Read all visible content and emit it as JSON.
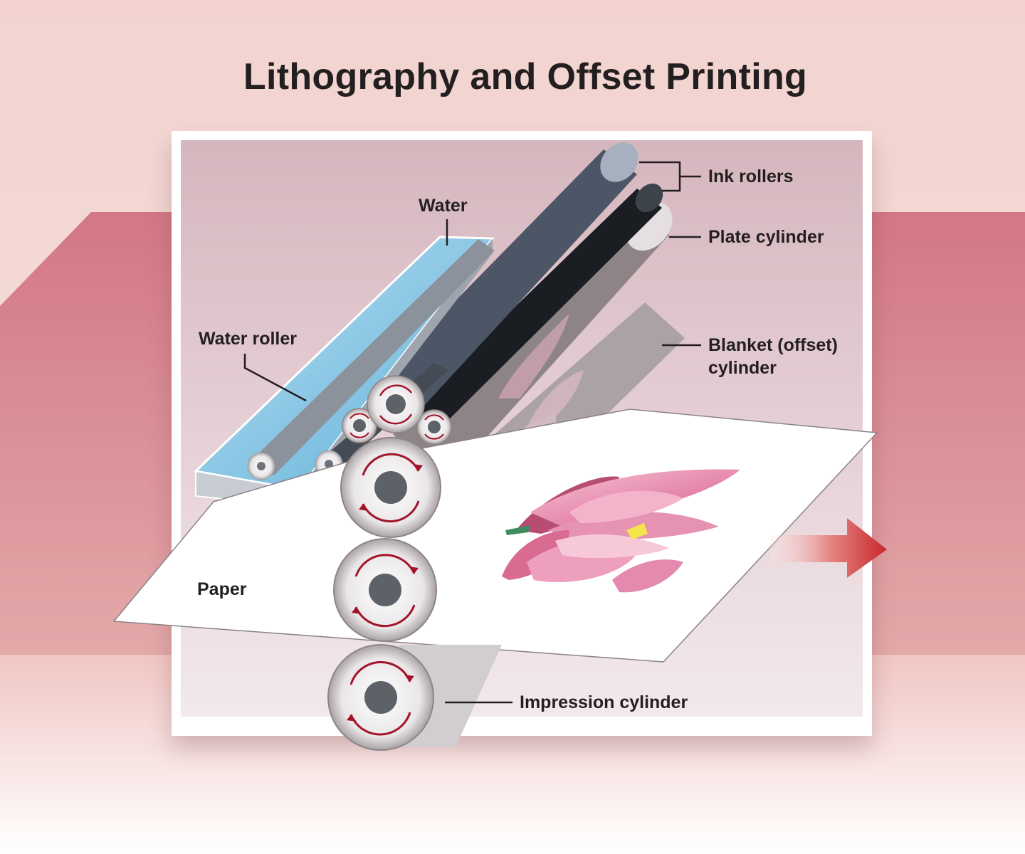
{
  "title": "Lithography and Offset Printing",
  "labels": {
    "ink_rollers": "Ink rollers",
    "water": "Water",
    "plate_cylinder": "Plate cylinder",
    "water_roller": "Water roller",
    "blanket_line1": "Blanket (offset)",
    "blanket_line2": "cylinder",
    "paper": "Paper",
    "impression_cylinder": "Impression cylinder"
  },
  "colors": {
    "rotation_arrow": "#a3142a",
    "direction_arrow": "#cc3a3a",
    "water": "#7fc4e6"
  }
}
